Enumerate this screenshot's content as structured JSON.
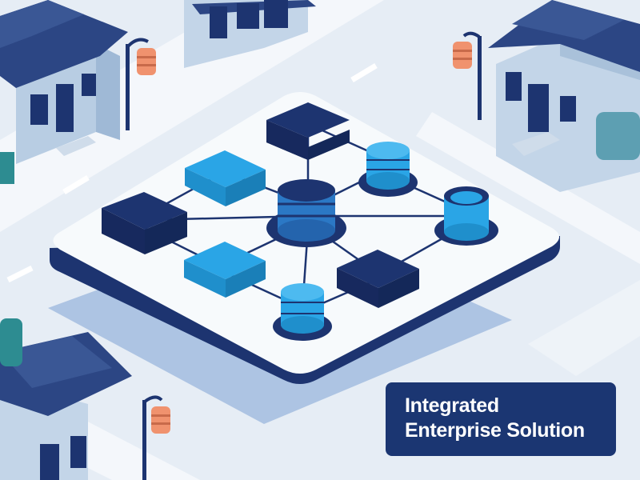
{
  "caption": {
    "line1": "Integrated",
    "line2": "Enterprise Solution"
  },
  "colors": {
    "background": "#e4ecf4",
    "navy": "#1d3470",
    "bright_blue": "#29a3e4",
    "platform": "#f7fafc",
    "lantern": "#f0926e",
    "caption_bg": "#1b3672",
    "caption_text": "#ffffff"
  },
  "diagram": {
    "nodes": [
      {
        "kind": "server-block",
        "color": "navy"
      },
      {
        "kind": "server-block",
        "color": "navy"
      },
      {
        "kind": "server-block",
        "color": "navy"
      },
      {
        "kind": "tile",
        "color": "bright_blue"
      },
      {
        "kind": "tile",
        "color": "bright_blue"
      },
      {
        "kind": "database",
        "color": "navy",
        "role": "central"
      },
      {
        "kind": "database",
        "color": "bright_blue"
      },
      {
        "kind": "database",
        "color": "bright_blue"
      },
      {
        "kind": "database-cylinder",
        "color": "bright_blue"
      }
    ]
  },
  "icons": [
    "house-icon",
    "street-lamp-icon",
    "lantern-icon",
    "database-icon",
    "server-block-icon"
  ]
}
